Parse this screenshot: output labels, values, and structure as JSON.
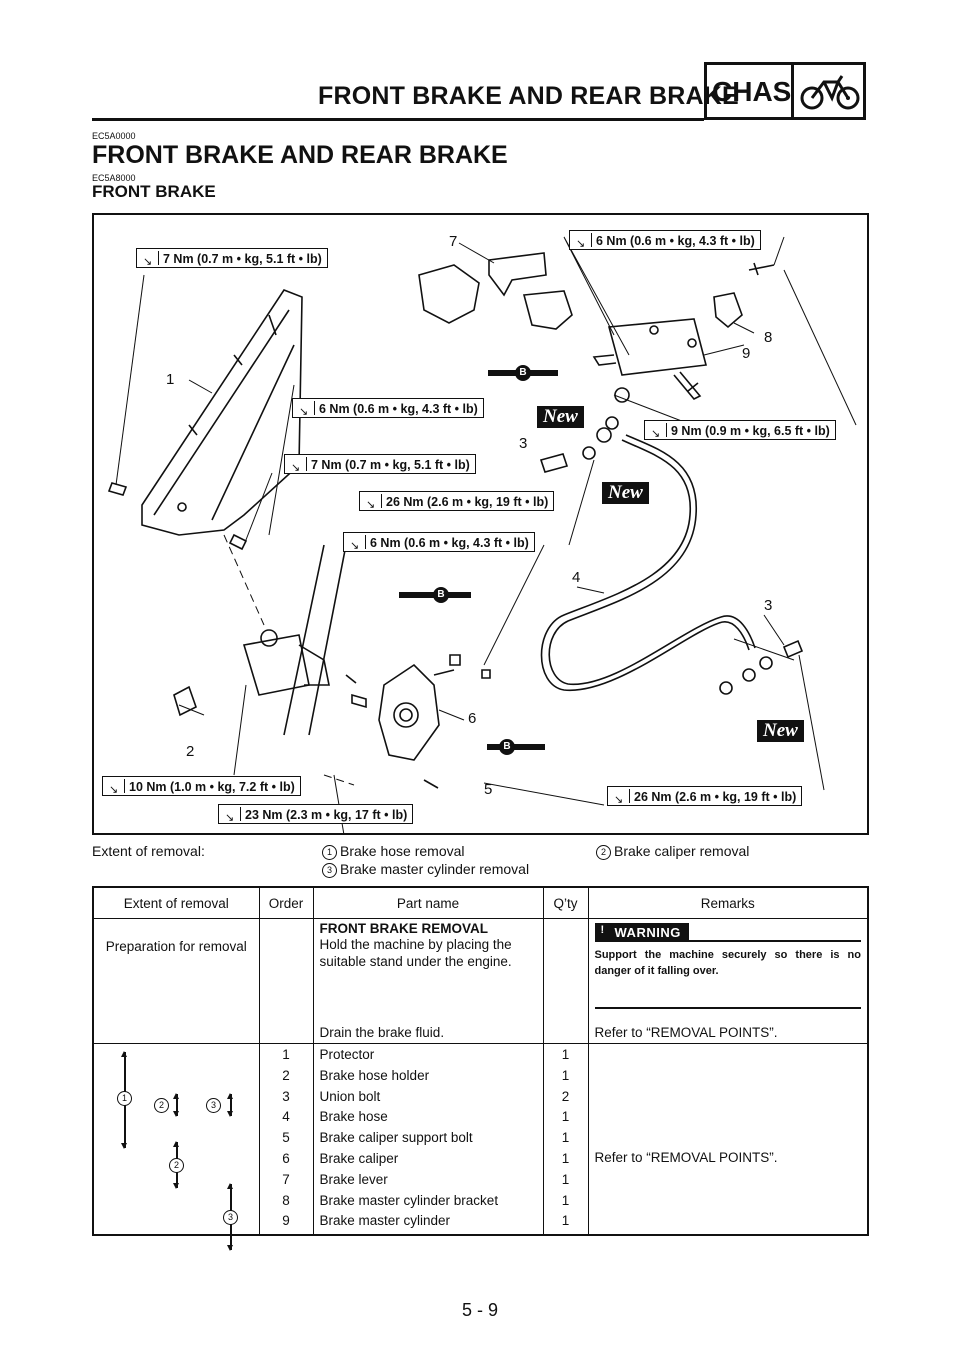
{
  "header": {
    "title": "FRONT BRAKE AND REAR BRAKE",
    "section_tag": "CHAS",
    "section_icon": "motorcycle-icon"
  },
  "codes": {
    "main": "EC5A0000",
    "sub": "EC5A8000"
  },
  "heading": "FRONT BRAKE AND REAR BRAKE",
  "subheading": "FRONT BRAKE",
  "figure": {
    "torques": {
      "t1": "7 Nm (0.7 m • kg, 5.1 ft • lb)",
      "t2": "6 Nm (0.6 m • kg, 4.3 ft • lb)",
      "t3": "6 Nm (0.6 m • kg, 4.3 ft • lb)",
      "t4": "9 Nm (0.9 m • kg, 6.5 ft • lb)",
      "t5": "7 Nm (0.7 m • kg, 5.1 ft • lb)",
      "t6": "26 Nm (2.6 m • kg, 19 ft • lb)",
      "t7": "6 Nm (0.6 m • kg, 4.3 ft • lb)",
      "t8": "10 Nm (1.0 m • kg, 7.2 ft • lb)",
      "t9": "23 Nm (2.3 m • kg, 17 ft • lb)",
      "t10": "26 Nm (2.6 m • kg, 19 ft • lb)"
    },
    "callouts": {
      "c1": "1",
      "c2": "2",
      "c3a": "3",
      "c3b": "3",
      "c4": "4",
      "c5": "5",
      "c6": "6",
      "c7": "7",
      "c8": "8",
      "c9": "9"
    },
    "new_label": "New",
    "b_label": "B"
  },
  "extent": {
    "label": "Extent of removal:",
    "items": [
      {
        "num": "1",
        "text": "Brake hose removal"
      },
      {
        "num": "2",
        "text": "Brake caliper removal"
      },
      {
        "num": "3",
        "text": "Brake master cylinder removal"
      }
    ]
  },
  "table": {
    "headers": [
      "Extent of removal",
      "Order",
      "Part name",
      "Q’ty",
      "Remarks"
    ],
    "prep_label": "Preparation for removal",
    "section_title": "FRONT BRAKE REMOVAL",
    "prep_text": "Hold the machine by placing the suitable stand under the engine.",
    "warning_label": "WARNING",
    "warning_text": "Support the machine securely so there is no danger of it falling over.",
    "drain_text": "Drain the brake fluid.",
    "drain_remark": "Refer to “REMOVAL POINTS”.",
    "rows": [
      {
        "order": "1",
        "name": "Protector",
        "qty": "1"
      },
      {
        "order": "2",
        "name": "Brake hose holder",
        "qty": "1"
      },
      {
        "order": "3",
        "name": "Union bolt",
        "qty": "2"
      },
      {
        "order": "4",
        "name": "Brake hose",
        "qty": "1"
      },
      {
        "order": "5",
        "name": "Brake caliper support bolt",
        "qty": "1"
      },
      {
        "order": "6",
        "name": "Brake caliper",
        "qty": "1"
      },
      {
        "order": "7",
        "name": "Brake lever",
        "qty": "1"
      },
      {
        "order": "8",
        "name": "Brake master cylinder bracket",
        "qty": "1"
      },
      {
        "order": "9",
        "name": "Brake master cylinder",
        "qty": "1"
      }
    ],
    "rows_remark": "Refer to “REMOVAL POINTS”.",
    "extent_marks": {
      "m1": "1",
      "m2a": "2",
      "m3a": "3",
      "m2b": "2",
      "m3b": "3"
    }
  },
  "footer": {
    "page": "5 - 9"
  }
}
